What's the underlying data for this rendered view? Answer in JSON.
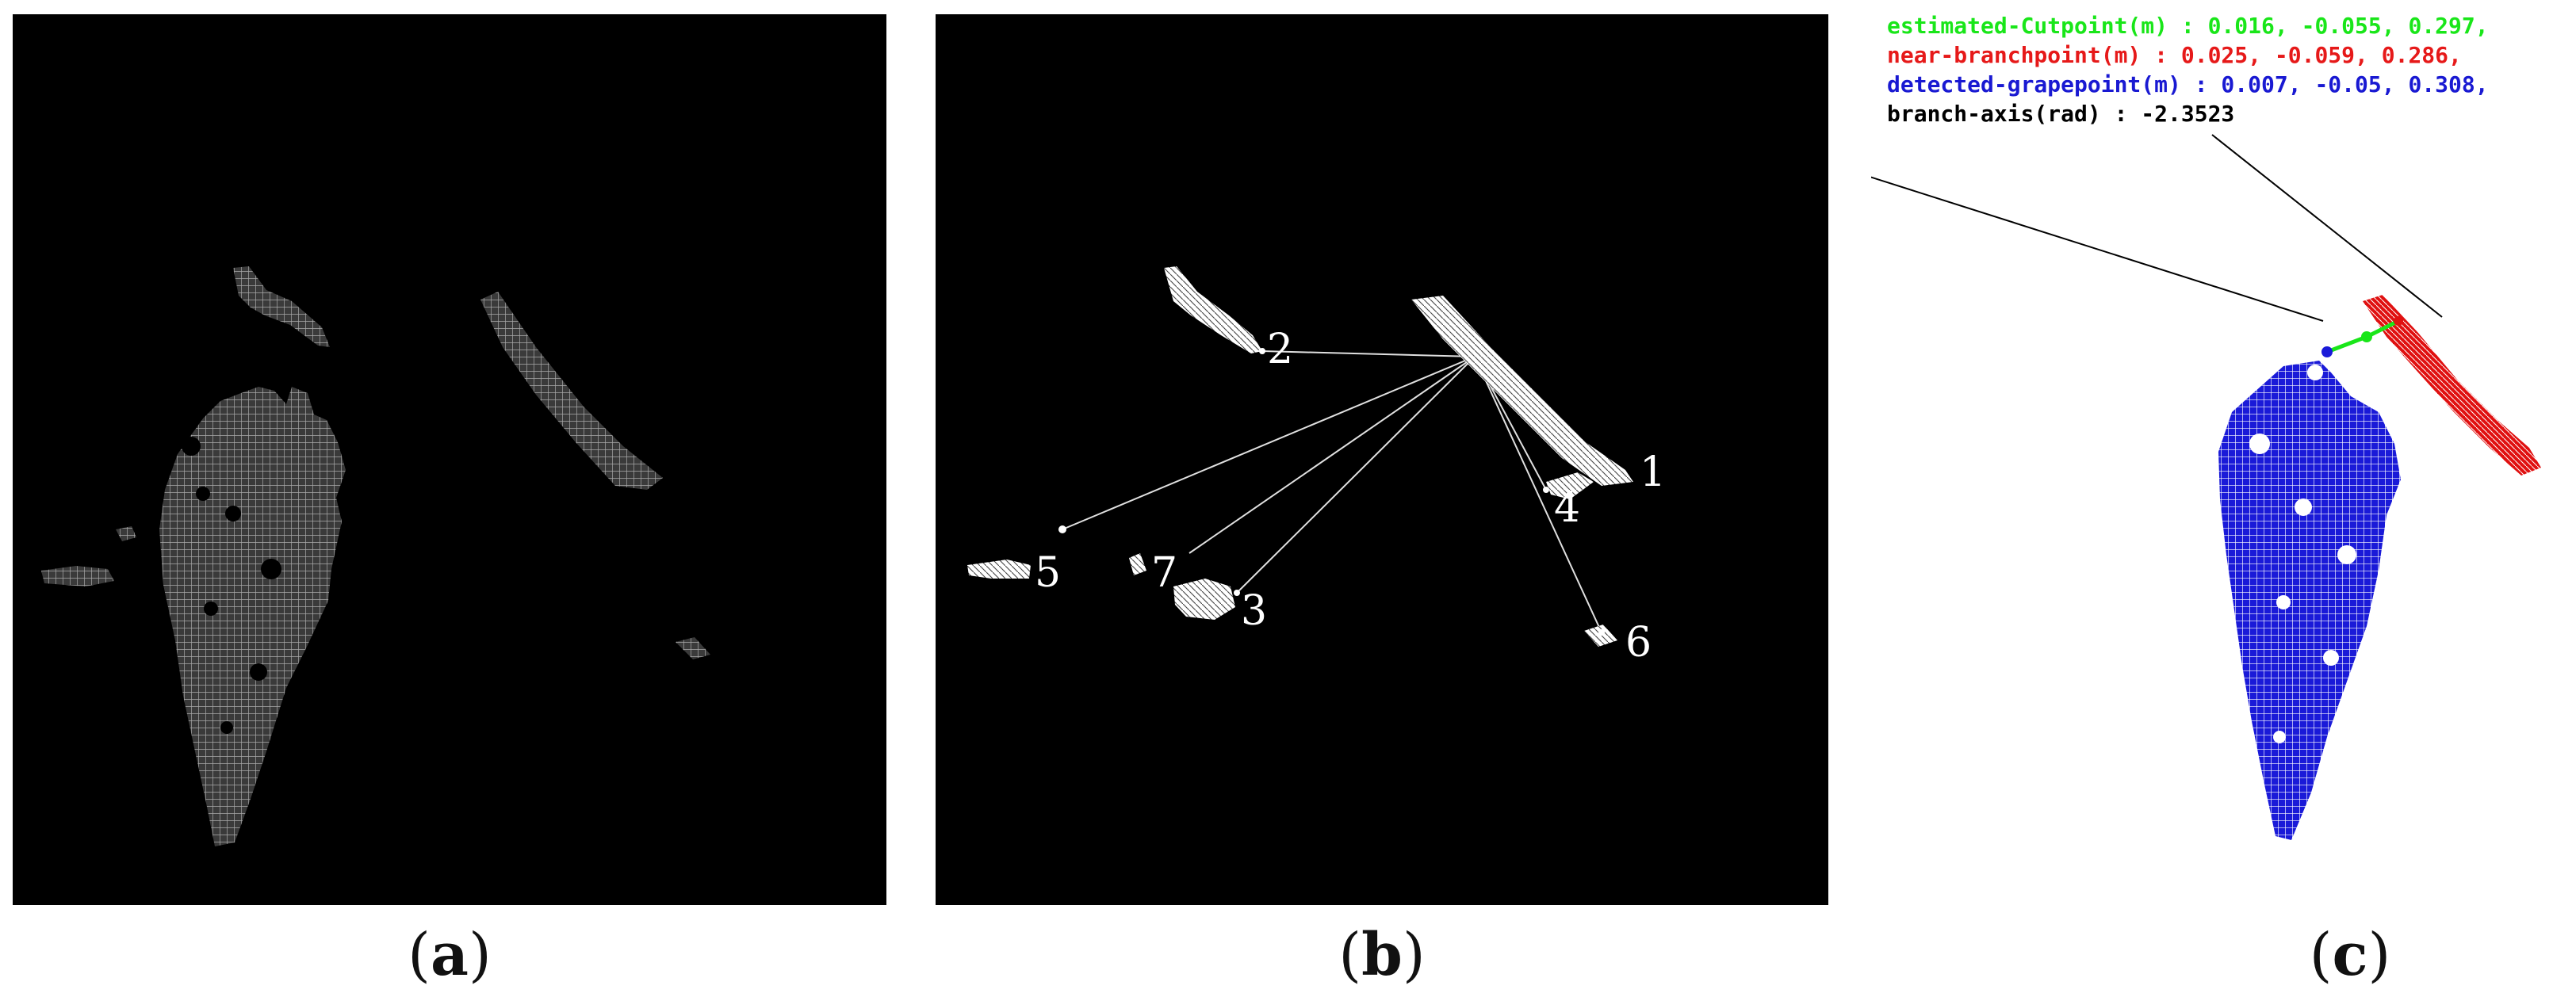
{
  "captions": {
    "a": "a",
    "b": "b",
    "c": "c"
  },
  "panel_b_labels": [
    "1",
    "2",
    "3",
    "4",
    "5",
    "6",
    "7"
  ],
  "panel_c_legend": {
    "cutpoint": {
      "text": "estimated-Cutpoint(m) : 0.016, -0.055, 0.297,",
      "color": "#19e619"
    },
    "branchpoint": {
      "text": "near-branchpoint(m) : 0.025, -0.059, 0.286,",
      "color": "#e61919"
    },
    "grapepoint": {
      "text": "detected-grapepoint(m) : 0.007, -0.05, 0.308,",
      "color": "#1919d2"
    },
    "axis": {
      "text": "branch-axis(rad) : -2.3523",
      "color": "#000000"
    }
  },
  "colors": {
    "mesh": "#bfbfbf",
    "grape": "#1a1ad8",
    "branch": "#e01010",
    "cut": "#19e619"
  }
}
